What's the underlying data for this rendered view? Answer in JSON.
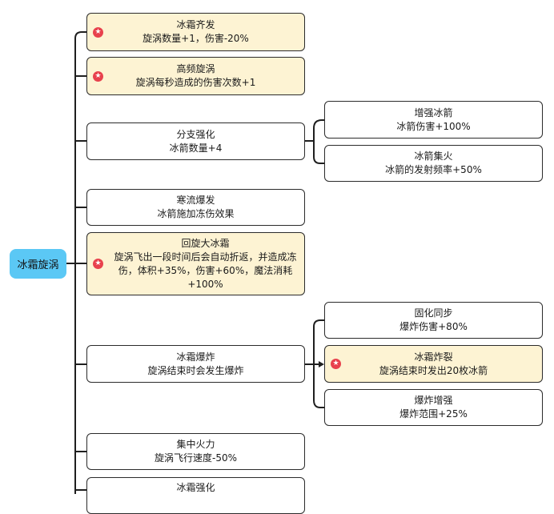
{
  "root": "冰霜旋涡",
  "icons": {
    "star": "star-badge-icon"
  },
  "nodes": {
    "n1": {
      "title": "冰霜齐发",
      "desc": "旋涡数量+1，伤害-20%"
    },
    "n2": {
      "title": "高频旋涡",
      "desc": "旋涡每秒造成的伤害次数+1"
    },
    "n3": {
      "title": "分支强化",
      "desc": "冰箭数量+4"
    },
    "n3a": {
      "title": "增强冰箭",
      "desc": "冰箭伤害+100%"
    },
    "n3b": {
      "title": "冰箭集火",
      "desc": "冰箭的发射频率+50%"
    },
    "n4": {
      "title": "寒流爆发",
      "desc": "冰箭施加冻伤效果"
    },
    "n5": {
      "title": "回旋大冰霜",
      "desc": "旋涡飞出一段时间后会自动折返，并造成冻伤，体积+35%，伤害+60%，魔法消耗+100%"
    },
    "n6": {
      "title": "冰霜爆炸",
      "desc": "旋涡结束时会发生爆炸"
    },
    "n6a": {
      "title": "固化同步",
      "desc": "爆炸伤害+80%"
    },
    "n6b": {
      "title": "冰霜炸裂",
      "desc": "旋涡结束时发出20枚冰箭"
    },
    "n6c": {
      "title": "爆炸增强",
      "desc": "爆炸范围+25%"
    },
    "n7": {
      "title": "集中火力",
      "desc": "旋涡飞行速度-50%"
    },
    "n8": {
      "title": "冰霜强化",
      "desc": ""
    }
  }
}
